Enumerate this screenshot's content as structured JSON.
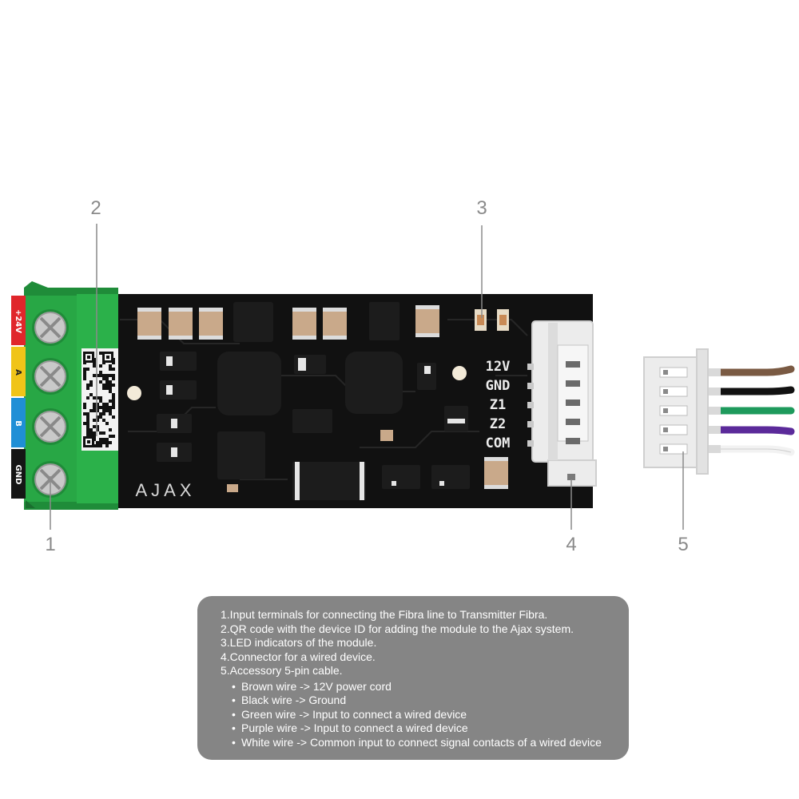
{
  "callouts": [
    "1",
    "2",
    "3",
    "4",
    "5"
  ],
  "terminal_labels": [
    "+24V",
    "A",
    "B",
    "GND"
  ],
  "terminal_colors": [
    "#e0262b",
    "#f0c419",
    "#1f8fd6",
    "#151515"
  ],
  "connector_labels": [
    "12V",
    "GND",
    "Z1",
    "Z2",
    "COM"
  ],
  "brand": "AJAX",
  "wire_colors": [
    "#7a5a43",
    "#111111",
    "#1e9a5c",
    "#5b2a9a",
    "#f2f2f2"
  ],
  "caption": {
    "lines": [
      "1.Input terminals for connecting the Fibra line to Transmitter Fibra.",
      "2.QR code with the device ID for adding the module to the Ajax system.",
      "3.LED indicators of the module.",
      "4.Connector for a wired device.",
      "5.Accessory 5-pin cable."
    ],
    "bullets": [
      "Brown wire -> 12V power cord",
      "Black wire -> Ground",
      "Green wire -> Input to connect a wired device",
      "Purple wire -> Input to connect a wired device",
      "White wire -> Common input to connect signal contacts of a wired device"
    ]
  }
}
